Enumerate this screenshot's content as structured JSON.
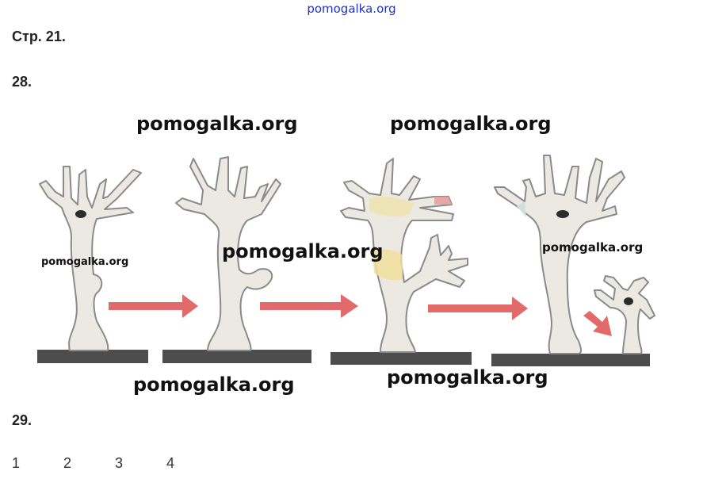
{
  "header": {
    "site": "pomogalka.org"
  },
  "page": {
    "label": "Стр. 21."
  },
  "questions": [
    {
      "number": "28."
    },
    {
      "number": "29.",
      "answers": [
        "1",
        "2",
        "3",
        "4"
      ]
    }
  ],
  "figure": {
    "watermarks": [
      "pomogalka.org",
      "pomogalka.org",
      "pomogalka.org",
      "pomogalka.org",
      "pomogalka.org",
      "pomogalka.org",
      "pomogalka.org"
    ],
    "colors": {
      "body": "#ece9e2",
      "outline": "#8a8a8a",
      "arrow": "#e36a6a",
      "ground": "#4d4d4d",
      "tint_yellow": "#f1df9c",
      "tint_pink": "#e7a0a0"
    }
  }
}
